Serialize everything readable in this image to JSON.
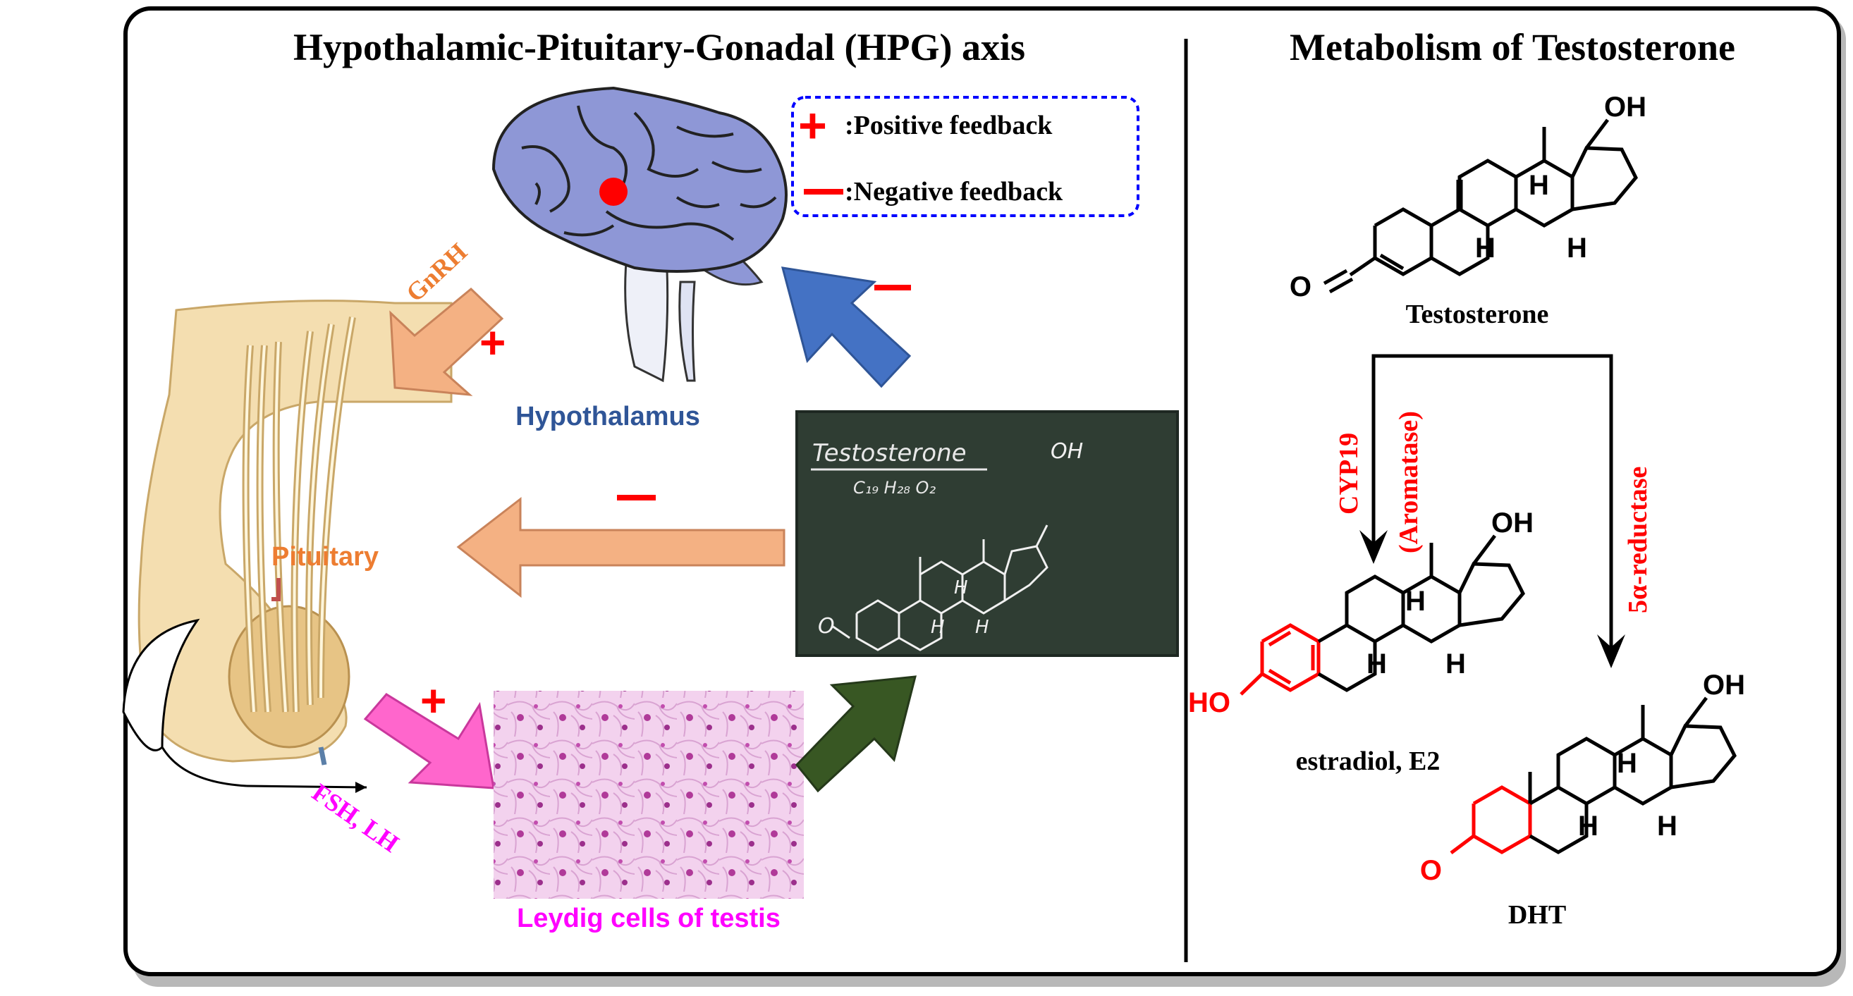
{
  "panels": {
    "left_title": "Hypothalamic-Pituitary-Gonadal (HPG) axis",
    "right_title": "Metabolism of Testosterone"
  },
  "legend": {
    "positive_label": ":Positive feedback",
    "negative_label": ":Negative feedback",
    "positive_symbol": "+",
    "negative_symbol": "—"
  },
  "hpg": {
    "hypothalamus_label": "Hypothalamus",
    "pituitary_label": "Pituitary",
    "gnrh_label": "GnRH",
    "fsh_lh_label": "FSH, LH",
    "leydig_label": "Leydig cells of testis",
    "blackboard": {
      "title": "Testosterone",
      "formula": "C₁₉ H₂₈ O₂",
      "oh": "OH",
      "o": "O",
      "h1": "H",
      "h2": "H",
      "h3": "H"
    }
  },
  "metabolism": {
    "testosterone": {
      "name": "Testosterone",
      "oh": "OH",
      "o": "O",
      "h1": "H",
      "h2": "H",
      "h3": "H"
    },
    "enzyme_left_1": "CYP19",
    "enzyme_left_2": "(Aromatase)",
    "enzyme_right": "5α-reductase",
    "estradiol": {
      "name": "estradiol, E2",
      "oh": "OH",
      "ho": "HO",
      "h1": "H",
      "h2": "H",
      "h3": "H"
    },
    "dht": {
      "name": "DHT",
      "oh": "OH",
      "o": "O",
      "h1": "H",
      "h2": "H",
      "h3": "H"
    }
  },
  "colors": {
    "gnrh_arrow": "#f4b183",
    "negative_arrow": "#4472c4",
    "pink_arrow": "#ff66cc",
    "green_arrow": "#385723",
    "red": "#ff0000",
    "orange_text": "#ed7d31",
    "blue_text": "#2f5597",
    "magenta_text": "#ff00ff",
    "brain": "#8e97d6",
    "blackboard": "#2f3d33"
  }
}
